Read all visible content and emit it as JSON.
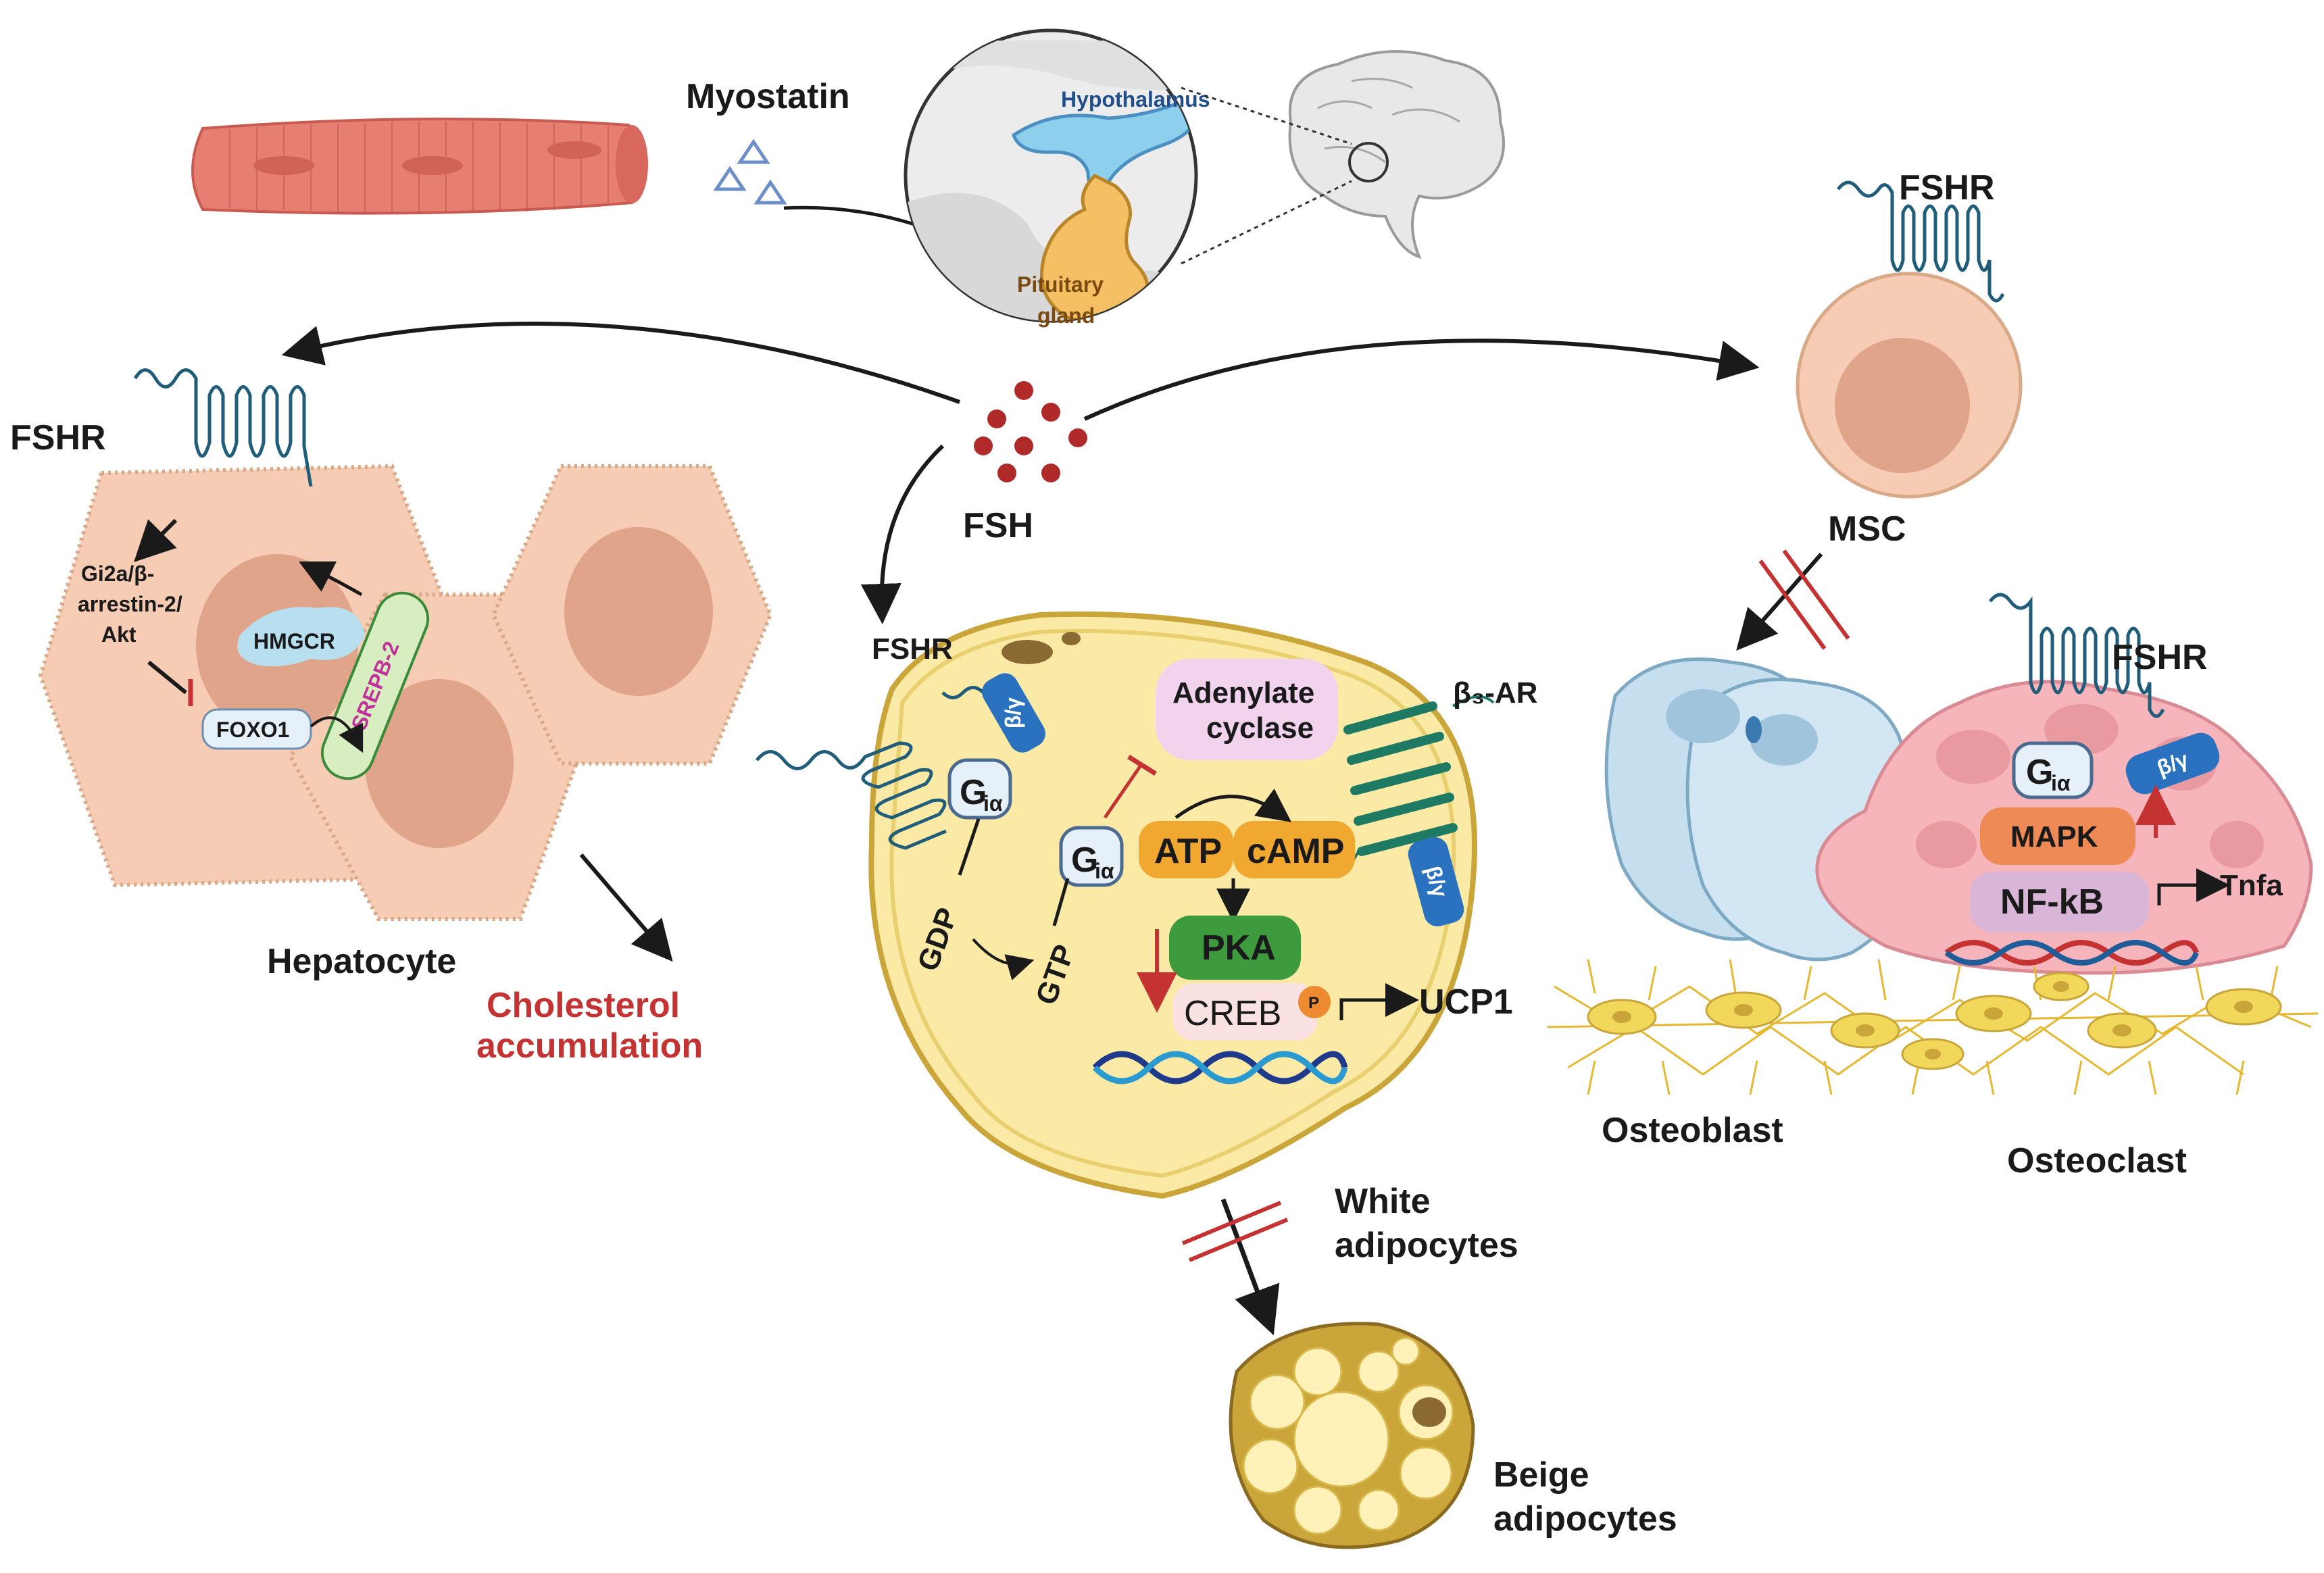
{
  "labels": {
    "myostatin": "Myostatin",
    "hypothalamus": "Hypothalamus",
    "pituitary_line1": "Pituitary",
    "pituitary_line2": "gland",
    "fsh": "FSH",
    "fshr": "FSHR",
    "msc": "MSC",
    "gi2a_line1": "Gi2a/β-",
    "gi2a_line2": "arrestin-2/",
    "gi2a_line3": "Akt",
    "hmgcr": "HMGCR",
    "srepb2": "SREPB-2",
    "foxo1": "FOXO1",
    "hepatocyte": "Hepatocyte",
    "cholesterol_line1": "Cholesterol",
    "cholesterol_line2": "accumulation",
    "beta_gamma": "β/γ",
    "gi_alpha_main": "G",
    "gi_alpha_sub": "iα",
    "gdp": "GDP",
    "gtp": "GTP",
    "adenylate_line1": "Adenylate",
    "adenylate_line2": "cyclase",
    "beta3_ar": "β₃-AR",
    "atp": "ATP",
    "camp": "cAMP",
    "pka": "PKA",
    "creb": "CREB",
    "p": "P",
    "ucp1": "UCP1",
    "white_line1": "White",
    "white_line2": "adipocytes",
    "beige_line1": "Beige",
    "beige_line2": "adipocytes",
    "mapk": "MAPK",
    "nfkb": "NF-kB",
    "tnfa": "Tnfa",
    "osteoblast": "Osteoblast",
    "osteoclast": "Osteoclast"
  },
  "colors": {
    "text_red": "#c43232",
    "muscle": "#e67e72",
    "hypothalamus": "#8ecfee",
    "pituitary": "#f5c063",
    "fsh_dot": "#b02a2a",
    "hepatocyte": "#f6cdb4",
    "adipocyte": "#faeaa6",
    "receptor": "#1f5d7a",
    "beta3_receptor": "#1f7a63",
    "atp_box": "#f0a830",
    "pka_box": "#3d9a3d",
    "beta_gamma_box": "#2a72c0",
    "adenylate_box": "#f2d3ee",
    "osteoclast": "#f5b5ba",
    "osteoblast": "#c5dfee",
    "osteocyte": "#f2d85a",
    "mapk_box": "#ee8a55",
    "nfkb_box": "#d9b5d8"
  }
}
